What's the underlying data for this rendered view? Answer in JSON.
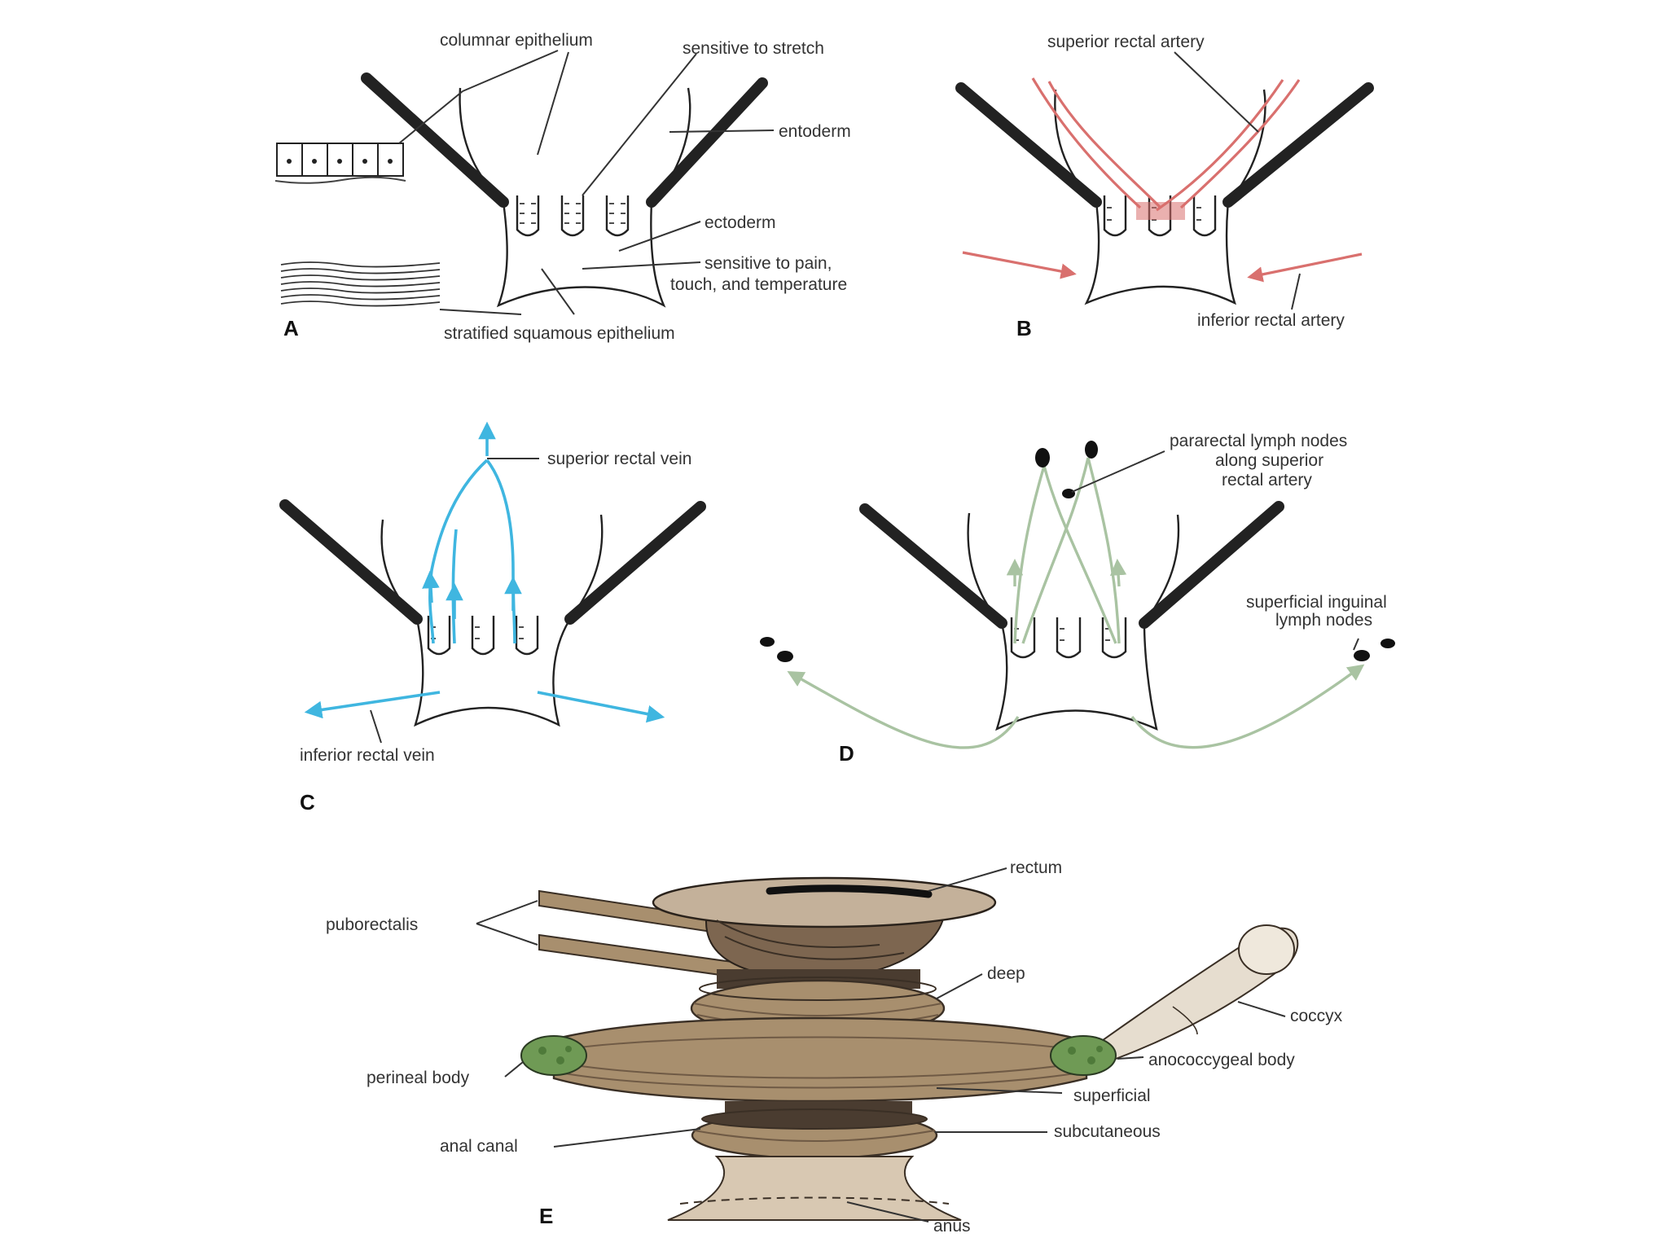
{
  "panels": {
    "a": {
      "letter": "A",
      "labels": {
        "columnar": "columnar epithelium",
        "stretch": "sensitive to stretch",
        "entoderm": "entoderm",
        "ectoderm": "ectoderm",
        "pain_line1": "sensitive to pain,",
        "pain_line2": "touch, and temperature",
        "squamous": "stratified squamous epithelium"
      }
    },
    "b": {
      "letter": "B",
      "labels": {
        "superior_artery": "superior rectal artery",
        "inferior_artery": "inferior rectal artery"
      }
    },
    "c": {
      "letter": "C",
      "labels": {
        "superior_vein": "superior rectal vein",
        "inferior_vein": "inferior rectal vein"
      }
    },
    "d": {
      "letter": "D",
      "labels": {
        "pararectal_line1": "pararectal lymph nodes",
        "pararectal_line2": "along superior",
        "pararectal_line3": "rectal artery",
        "inguinal_line1": "superficial inguinal",
        "inguinal_line2": "lymph nodes"
      }
    },
    "e": {
      "letter": "E",
      "labels": {
        "rectum": "rectum",
        "puborectalis": "puborectalis",
        "deep": "deep",
        "coccyx": "coccyx",
        "perineal_body": "perineal body",
        "anococcygeal_body": "anococcygeal body",
        "superficial": "superficial",
        "anal_canal": "anal canal",
        "subcutaneous": "subcutaneous",
        "anus": "anus"
      }
    }
  },
  "colors": {
    "artery": "#d9706e",
    "vein": "#3fb6e0",
    "lymph": "#a9c3a2",
    "muscle": "#a88f6e",
    "muscle_dark": "#7d6650",
    "body_tissue": "#6f9a55",
    "coccyx": "#e6ddcf"
  }
}
